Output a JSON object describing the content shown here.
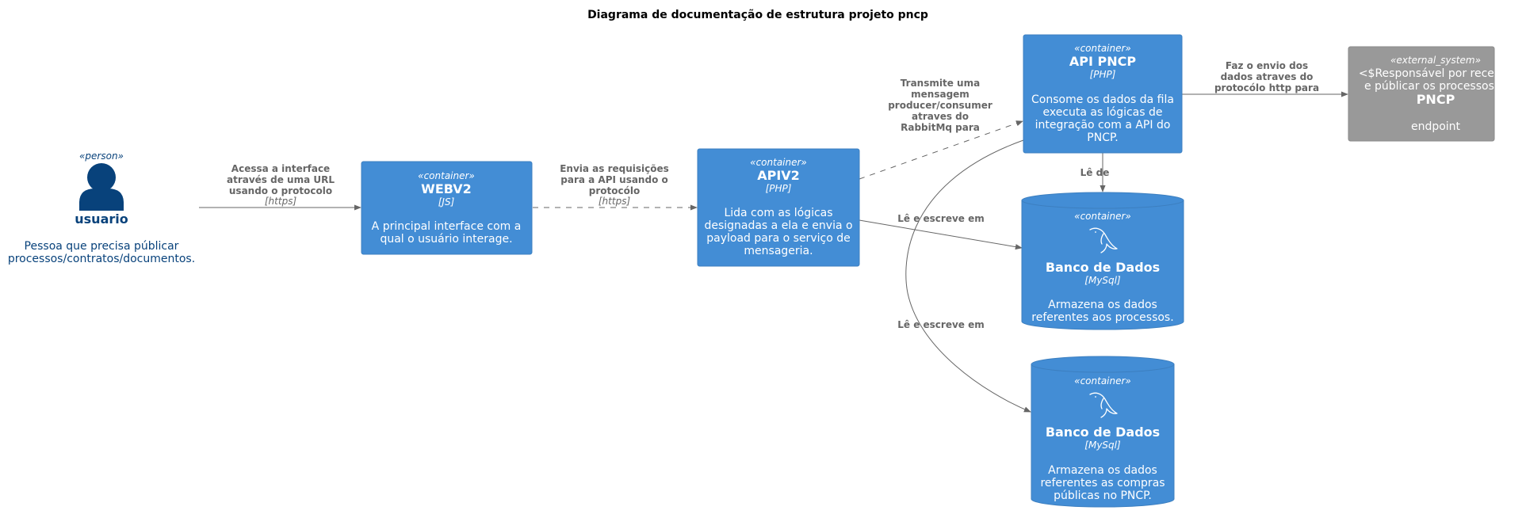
{
  "title": "Diagrama de documentação de estrutura projeto pncp",
  "colors": {
    "container": "#438DD5",
    "person": "#08427B",
    "external": "#999999",
    "edge": "#666666"
  },
  "person": {
    "stereotype": "«person»",
    "name": "usuario",
    "desc": [
      "Pessoa que precisa públicar",
      "processos/contratos/documentos."
    ],
    "icon": "person-icon"
  },
  "webv2": {
    "stereotype": "«container»",
    "name": "WEBV2",
    "tech": "[JS]",
    "desc": [
      "A principal interface com a",
      "qual o usuário interage."
    ]
  },
  "apiv2": {
    "stereotype": "«container»",
    "name": "APIV2",
    "tech": "[PHP]",
    "desc": [
      "Lida com as lógicas",
      "designadas a ela e envia o",
      "payload para o serviço de",
      "mensageria."
    ]
  },
  "api_pncp": {
    "stereotype": "«container»",
    "name": "API PNCP",
    "tech": "[PHP]",
    "desc": [
      "Consome os dados da fila",
      "executa as lógicas de",
      "integração com a API do",
      "PNCP."
    ]
  },
  "pncp": {
    "stereotype": "«external_system»",
    "desc_top": [
      "<$Responsável por receber",
      "e públicar os processos.>"
    ],
    "name": "PNCP",
    "desc_bottom": "endpoint"
  },
  "db1": {
    "stereotype": "«container»",
    "name": "Banco de Dados",
    "tech": "[MySql]",
    "desc": [
      "Armazena os dados",
      "referentes aos processos."
    ],
    "icon": "mysql-dolphin-icon"
  },
  "db2": {
    "stereotype": "«container»",
    "name": "Banco de Dados",
    "tech": "[MySql]",
    "desc": [
      "Armazena os dados",
      "referentes as compras",
      "públicas no PNCP."
    ],
    "icon": "mysql-dolphin-icon"
  },
  "edges": {
    "user_webv2": {
      "label": [
        "Acessa a interface",
        "através de uma URL",
        "usando o protocolo"
      ],
      "tech": "[https]"
    },
    "webv2_apiv2": {
      "label": [
        "Envia as requisições",
        "para a API usando o",
        "protocólo"
      ],
      "tech": "[https]"
    },
    "apiv2_apipncp": {
      "label": [
        "Transmite uma",
        "mensagem",
        "producer/consumer",
        "atraves do",
        "RabbitMq para"
      ]
    },
    "apipncp_pncp": {
      "label": [
        "Faz o envio dos",
        "dados atraves do",
        "protocólo http para"
      ]
    },
    "apipncp_db1": {
      "label": [
        "Lê de"
      ]
    },
    "apiv2_db1": {
      "label": [
        "Lê e escreve em"
      ]
    },
    "apipncp_db2": {
      "label": [
        "Lê e escreve em"
      ]
    }
  }
}
